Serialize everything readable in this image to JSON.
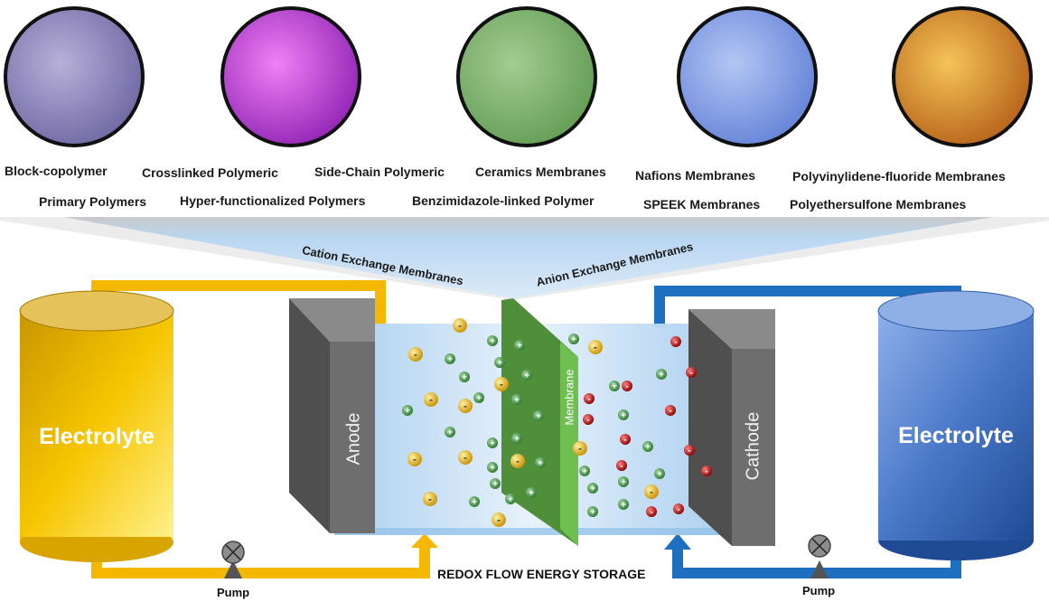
{
  "membranes": [
    {
      "name": "Block-copolymer",
      "sub": "Primary Polymers",
      "color": "#8f86b8"
    },
    {
      "name": "Crosslinked Polymeric",
      "sub": "Hyper-functionalized Polymers",
      "color": "#c23fd0"
    },
    {
      "name": "Side-Chain Polymeric",
      "sub": "",
      "color": "#7fb071"
    },
    {
      "name": "Ceramics Membranes",
      "sub": "Benzimidazole-linked Polymer",
      "color": "#7fb071"
    },
    {
      "name": "Nafions Membranes",
      "sub": "SPEEK Membranes",
      "color": "#7f97e0"
    },
    {
      "name": "Polyvinylidene-fluoride Membranes",
      "sub": "Polyethersulfone Membranes",
      "color": "#d08a30"
    }
  ],
  "labels": {
    "cation": "Cation Exchange Membranes",
    "anion": "Anion Exchange Membranes",
    "anode": "Anode",
    "cathode": "Cathode",
    "membrane": "Membrane",
    "electrolyte_left": "Electrolyte",
    "electrolyte_right": "Electrolyte",
    "pump_left": "Pump",
    "pump_right": "Pump",
    "title": "REDOX FLOW ENERGY STORAGE"
  },
  "ions": {
    "plus": "+",
    "minus": "-"
  },
  "colors": {
    "yellow_pipe": "#f5b800",
    "blue_pipe": "#1f6fc0",
    "tank_left": "#e0a800",
    "tank_right": "#3d6fc4",
    "electrode": "#6e6e6e",
    "membrane": "#5ea646",
    "ion_yellow": "#e0b020",
    "ion_green": "#3f8f3f",
    "ion_red": "#b01010"
  }
}
